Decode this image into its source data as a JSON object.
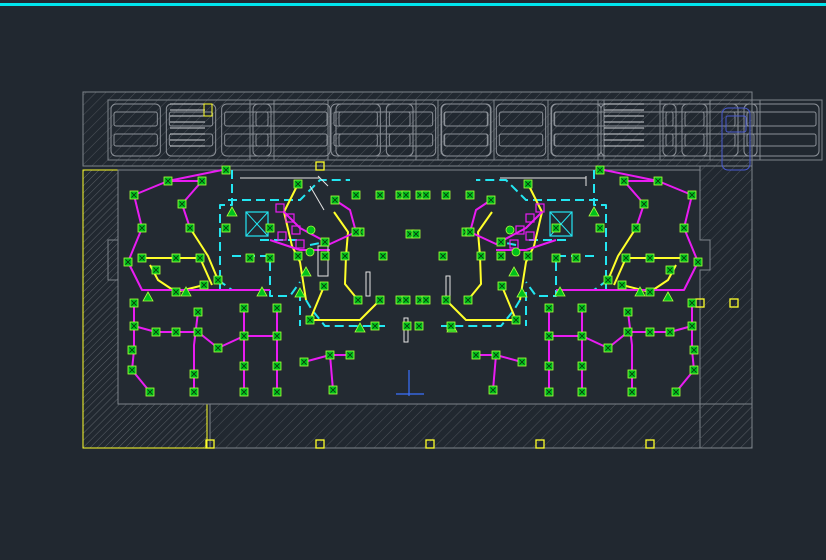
{
  "canvas": {
    "background": "#212830"
  },
  "colors": {
    "accent_bar": "#00e5ee",
    "wall": "#7d838a",
    "hatch": "#4b5158",
    "yellow_wire": "#ffff2a",
    "magenta_wire": "#e91cf2",
    "cyan_wire": "#23e6f2",
    "detector_fill": "#00c11c",
    "detector_border": "#a8ff3a",
    "ucs_icon": "#3a70ff",
    "white_line": "#e4e4e4"
  },
  "icons": {
    "ucs": "ucs-axis-icon",
    "detector": "smoke-detector-icon",
    "car": "parking-car-icon",
    "elevator": "elevator-cross-icon"
  },
  "drawing": {
    "parking_bays": 8,
    "junction_boxes": 7,
    "ramps": 2
  }
}
